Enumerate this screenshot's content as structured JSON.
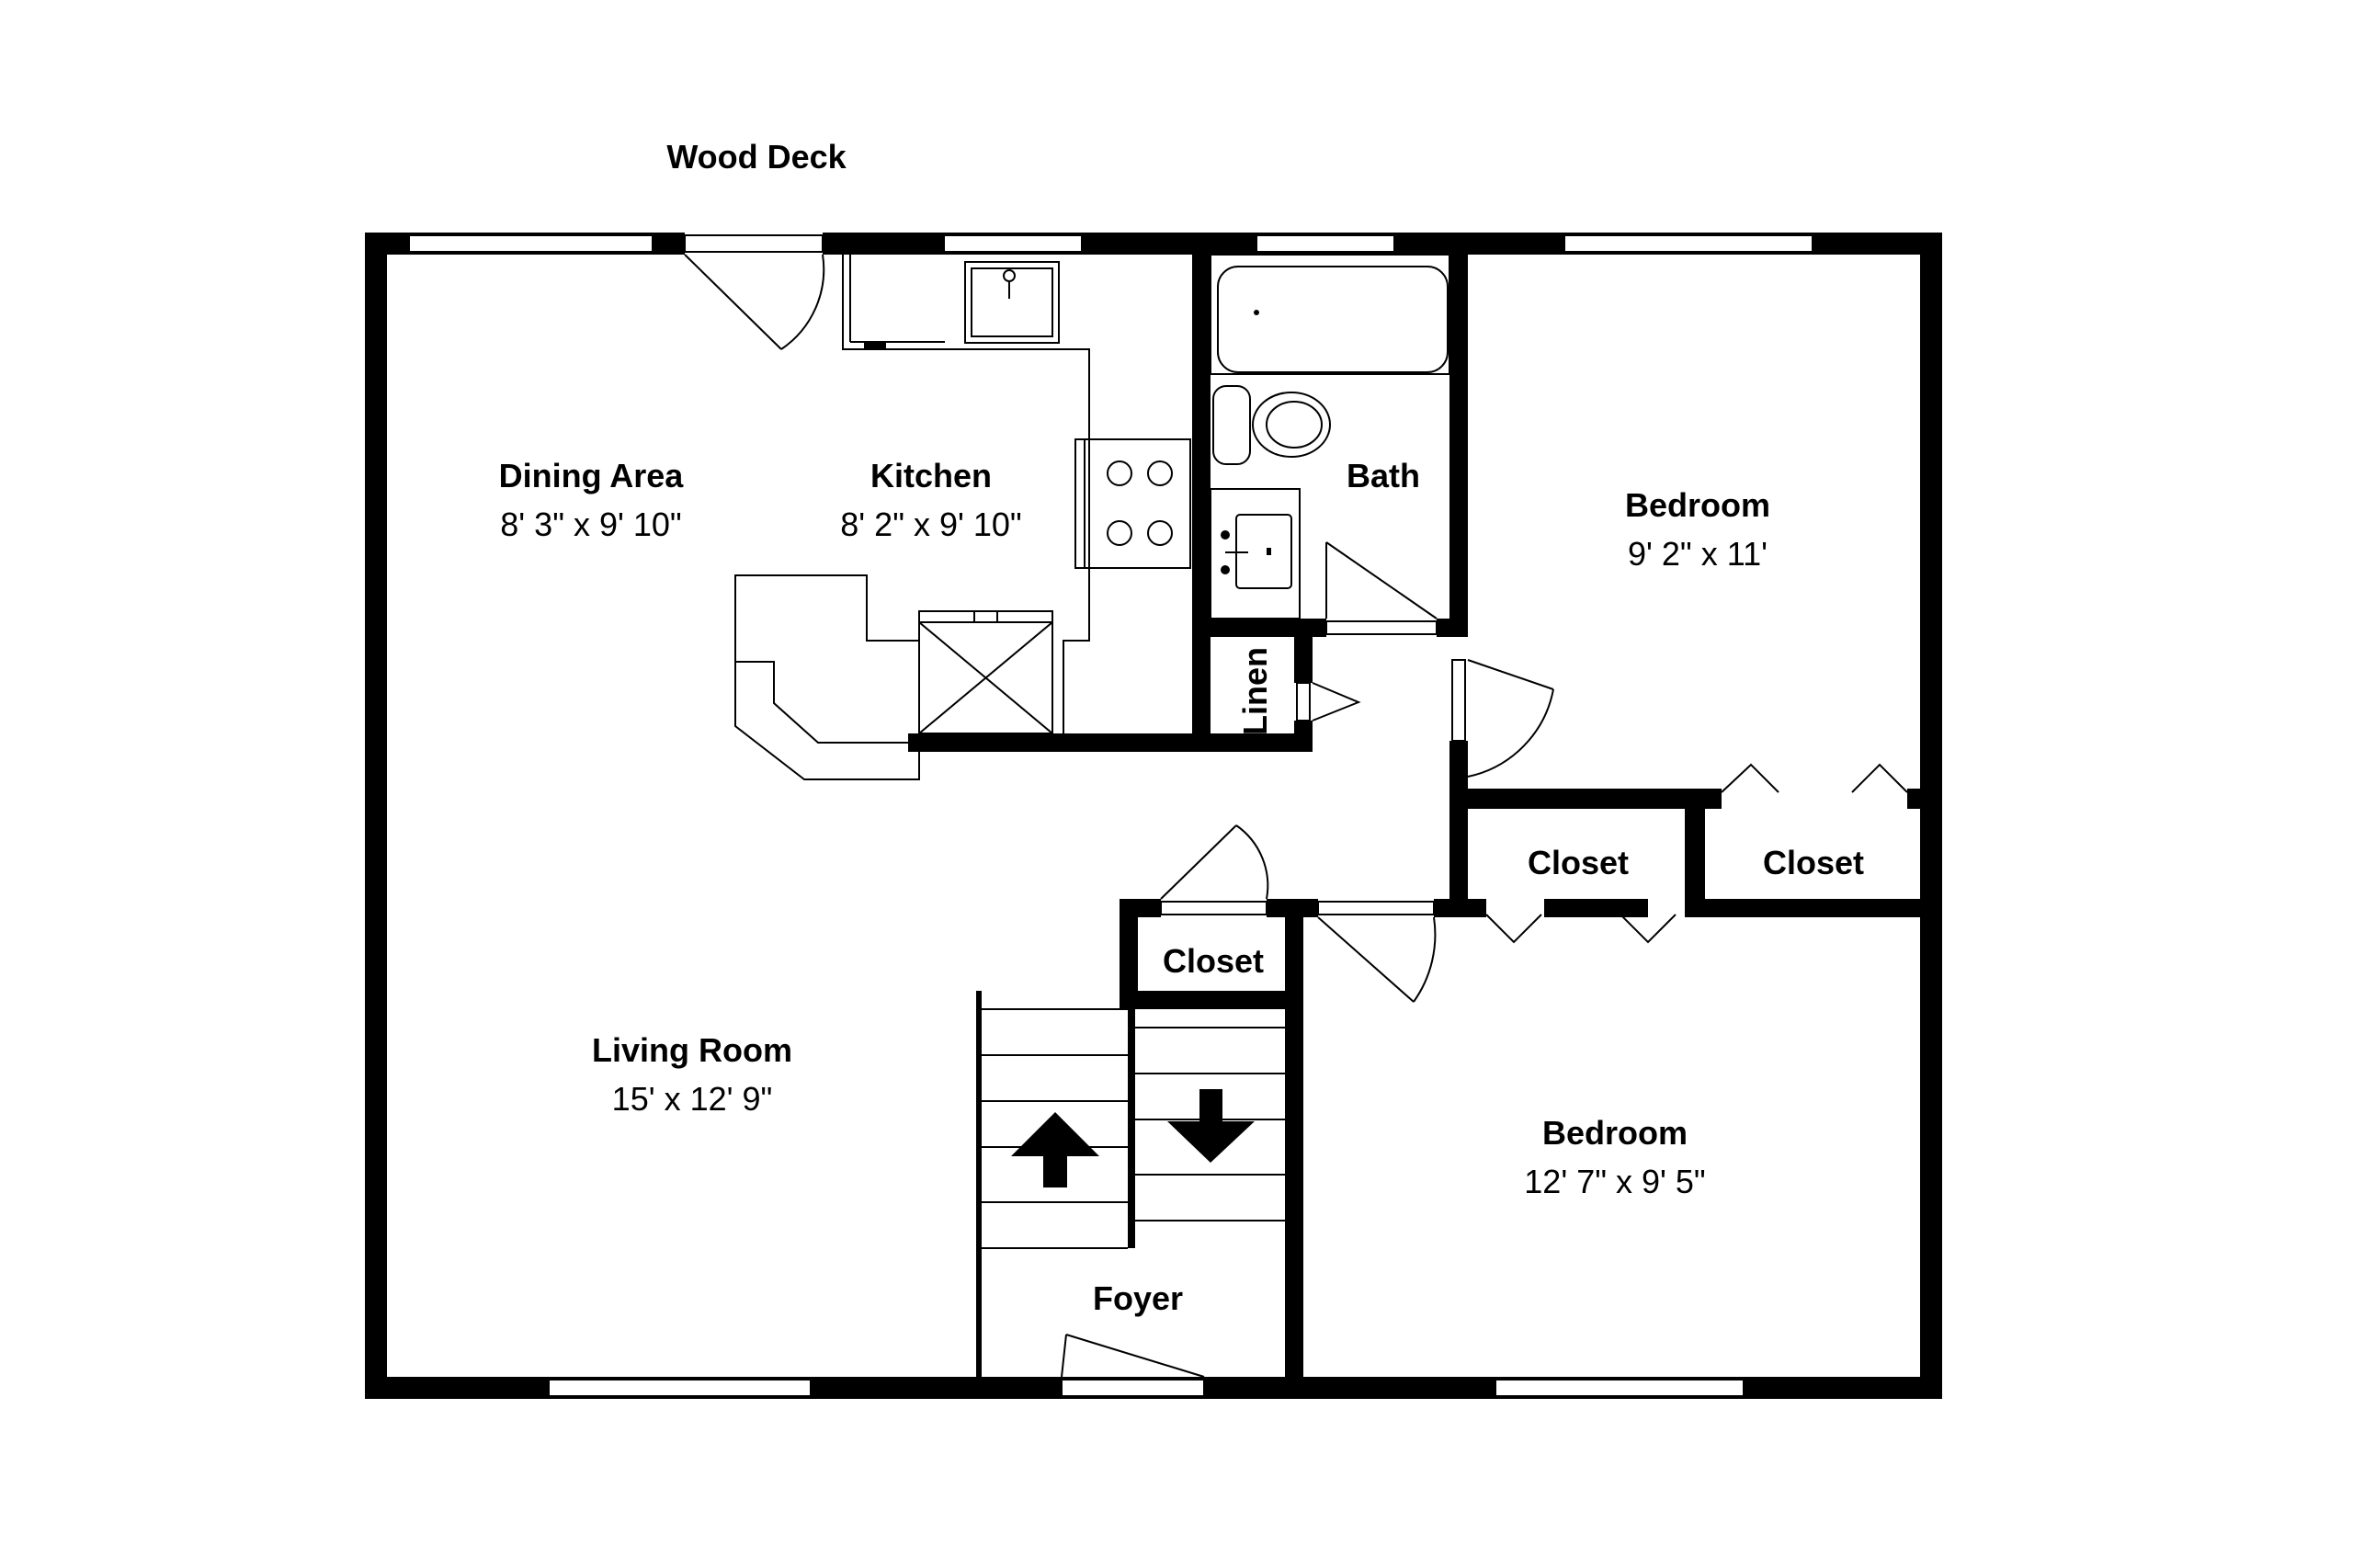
{
  "labels": {
    "wood_deck": "Wood Deck",
    "linen": "Linen"
  },
  "rooms": {
    "dining": {
      "name": "Dining Area",
      "dims": "8' 3\" x 9' 10\""
    },
    "kitchen": {
      "name": "Kitchen",
      "dims": "8' 2\" x 9' 10\""
    },
    "bath": {
      "name": "Bath"
    },
    "bedroom1": {
      "name": "Bedroom",
      "dims": "9' 2\" x 11'"
    },
    "closet1": {
      "name": "Closet"
    },
    "closet2": {
      "name": "Closet"
    },
    "closet3": {
      "name": "Closet"
    },
    "living": {
      "name": "Living Room",
      "dims": "15' x 12' 9\""
    },
    "bedroom2": {
      "name": "Bedroom",
      "dims": "12' 7\" x 9' 5\""
    },
    "foyer": {
      "name": "Foyer"
    }
  }
}
